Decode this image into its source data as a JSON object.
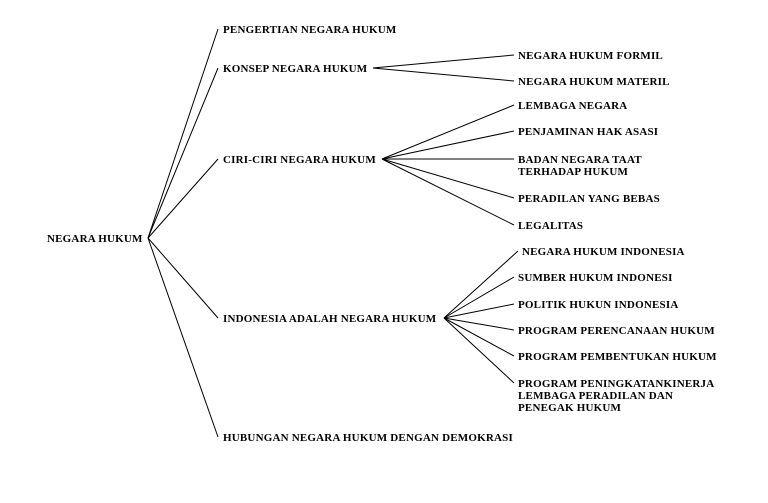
{
  "root": "NEGARA HUKUM",
  "branches": [
    {
      "label": "PENGERTIAN NEGARA HUKUM",
      "children": []
    },
    {
      "label": "KONSEP NEGARA HUKUM",
      "children": [
        "NEGARA HUKUM FORMIL",
        "NEGARA HUKUM MATERIL"
      ]
    },
    {
      "label": "CIRI-CIRI NEGARA HUKUM",
      "children": [
        "LEMBAGA NEGARA",
        "PENJAMINAN HAK ASASI",
        "BADAN NEGARA TAAT\nTERHADAP HUKUM",
        "PERADILAN YANG BEBAS",
        "LEGALITAS"
      ]
    },
    {
      "label": "INDONESIA ADALAH NEGARA HUKUM",
      "children": [
        "NEGARA HUKUM INDONESIA",
        "SUMBER HUKUM INDONESI",
        "POLITIK HUKUN INDONESIA",
        "PROGRAM PERENCANAAN HUKUM",
        "PROGRAM PEMBENTUKAN HUKUM",
        "PROGRAM PENINGKATANKINERJA\nLEMBAGA PERADILAN DAN\nPENEGAK HUKUM"
      ]
    },
    {
      "label": "HUBUNGAN NEGARA HUKUM DENGAN DEMOKRASI",
      "children": []
    }
  ],
  "colors": {
    "line": "#000000",
    "text": "#000000",
    "background": "#ffffff"
  }
}
